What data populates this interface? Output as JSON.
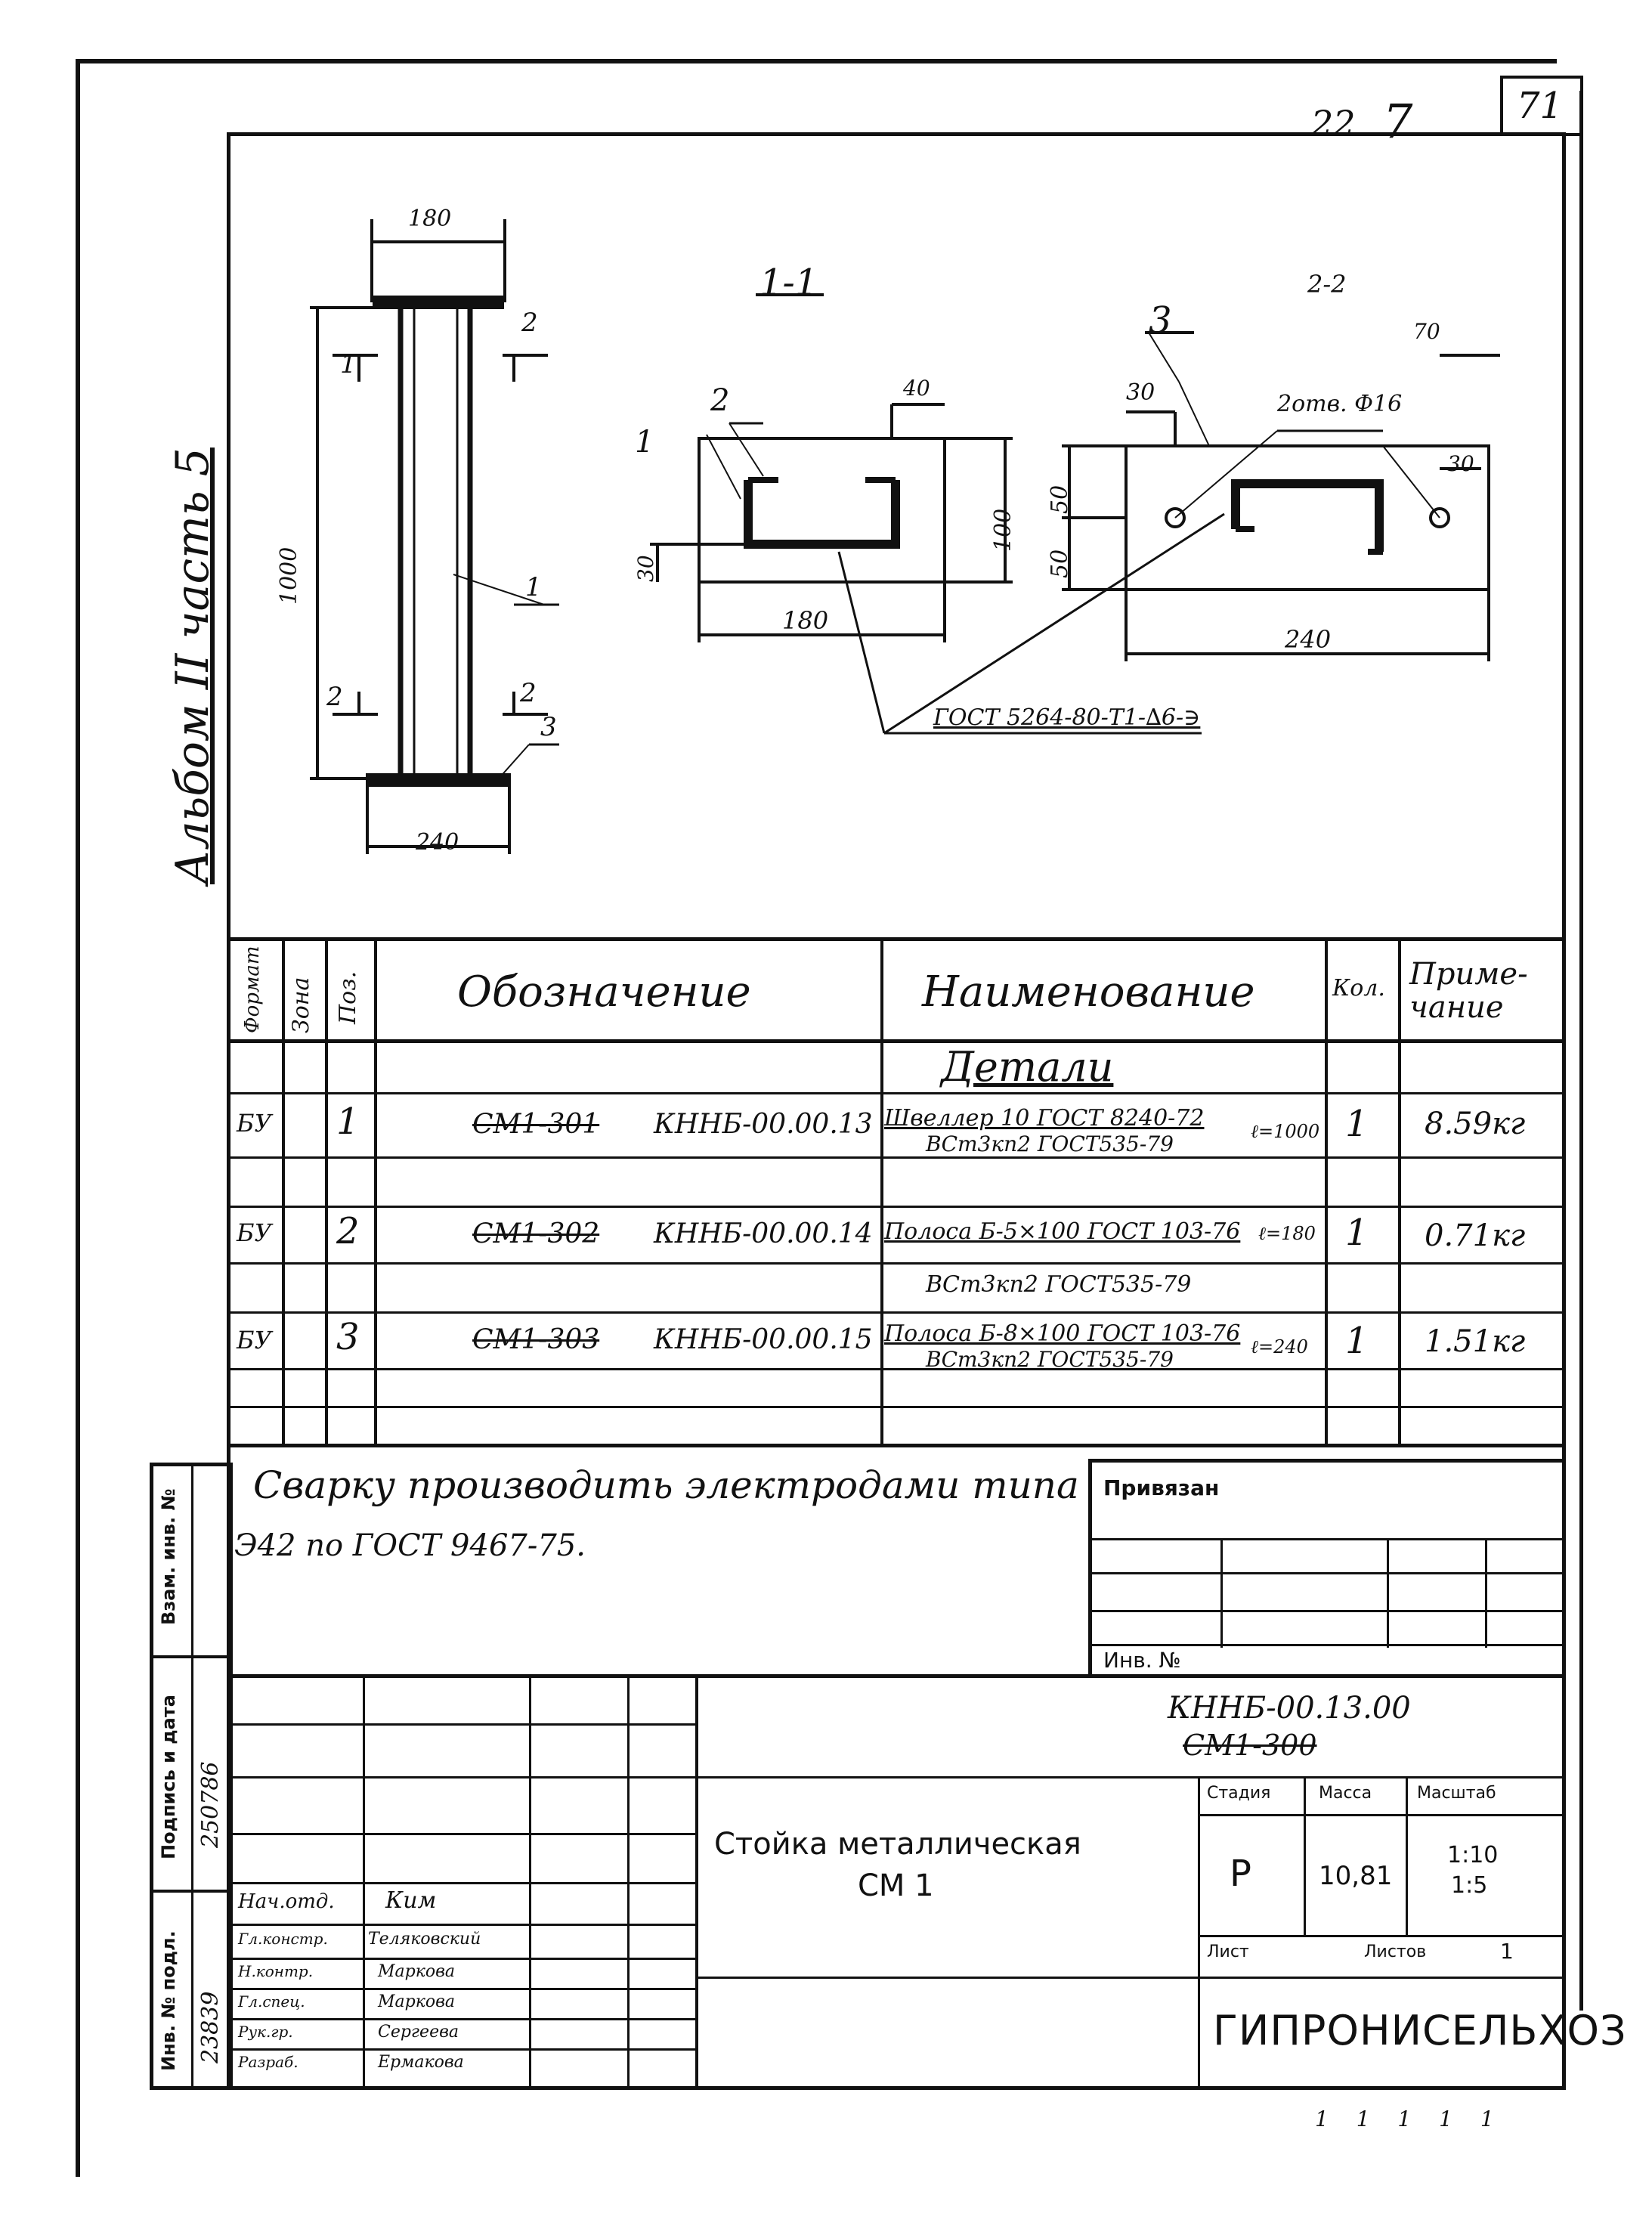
{
  "sheet": {
    "page_number": "22",
    "corner_number": "7",
    "corner_box": "71",
    "album_label": "Альбом II часть 5",
    "bottom_mark": "1 1 1 1 1"
  },
  "drawing": {
    "elev": {
      "top_width": "180",
      "height": "1000",
      "bottom_width": "240",
      "section1": "1",
      "section2": "2",
      "pos1": "1",
      "pos3": "3"
    },
    "section_1_1": {
      "title": "1-1",
      "pos1": "1",
      "pos2": "2",
      "dim40": "40",
      "dim30": "30",
      "dim100": "100",
      "dim180": "180"
    },
    "section_2_2": {
      "title": "2-2",
      "pos3": "3",
      "dim30": "30",
      "dim70": "70",
      "dim50a": "50",
      "dim50b": "50",
      "dim30r": "30",
      "holes": "2отв. Ф16",
      "dim240": "240"
    },
    "weld_note": "ГОСТ 5264-80-Т1-∆6-∋"
  },
  "spec": {
    "headers": {
      "format": "Формат",
      "zone": "Зона",
      "pos": "Поз.",
      "designation": "Обозначение",
      "name": "Наименование",
      "qty": "Кол.",
      "note": "Приме-чание"
    },
    "section_title": "Детали",
    "rows": [
      {
        "format": "БУ",
        "pos": "1",
        "old": "СМ1-301",
        "designation": "КННБ-00.00.13",
        "name1": "Швеллер 10 ГОСТ 8240-72",
        "name2": "ВСт3кп2 ГОСТ535-79",
        "length": "ℓ=1000",
        "qty": "1",
        "note": "8.59кг"
      },
      {
        "format": "БУ",
        "pos": "2",
        "old": "СМ1-302",
        "designation": "КННБ-00.00.14",
        "name1": "Полоса Б-5×100 ГОСТ 103-76",
        "name2": "ВСт3кп2 ГОСТ535-79",
        "length": "ℓ=180",
        "qty": "1",
        "note": "0.71кг"
      },
      {
        "format": "БУ",
        "pos": "3",
        "old": "СМ1-303",
        "designation": "КННБ-00.00.15",
        "name1": "Полоса Б-8×100 ГОСТ 103-76",
        "name2": "ВСт3кп2 ГОСТ535-79",
        "length": "ℓ=240",
        "qty": "1",
        "note": "1.51кг"
      }
    ]
  },
  "welding": {
    "line1": "Сварку производить электродами типа",
    "line2": "Э42 по ГОСТ 9467-75."
  },
  "binding": {
    "title": "Привязан",
    "inv": "Инв. №"
  },
  "side_stamp": {
    "inv_no": "Инв. № подл.",
    "sign_date": "Подпись и дата",
    "vzam": "Взам. инв. №",
    "inv_value": "23839",
    "date_value": "250786"
  },
  "title_block": {
    "doc_code": "КННБ-00.13.00",
    "old_code": "СМ1-300",
    "title1": "Стойка металлическая",
    "title2": "СМ 1",
    "col_stage": "Стадия",
    "col_mass": "Масса",
    "col_scale": "Масштаб",
    "stage": "Р",
    "mass": "10,81",
    "scale1": "1:10",
    "scale2": "1:5",
    "sheet_label": "Лист",
    "sheets_label": "Листов",
    "sheets_value": "1",
    "org": "ГИПРОНИСЕЛЬХОЗ",
    "people": [
      {
        "role": "Нач.отд.",
        "name": "Ким"
      },
      {
        "role": "Гл.констр.",
        "name": "Теляковский"
      },
      {
        "role": "Н.контр.",
        "name": "Маркова"
      },
      {
        "role": "Гл.спец.",
        "name": "Маркова"
      },
      {
        "role": "Рук.гр.",
        "name": "Сергеева"
      },
      {
        "role": "Разраб.",
        "name": "Ермакова"
      }
    ]
  }
}
